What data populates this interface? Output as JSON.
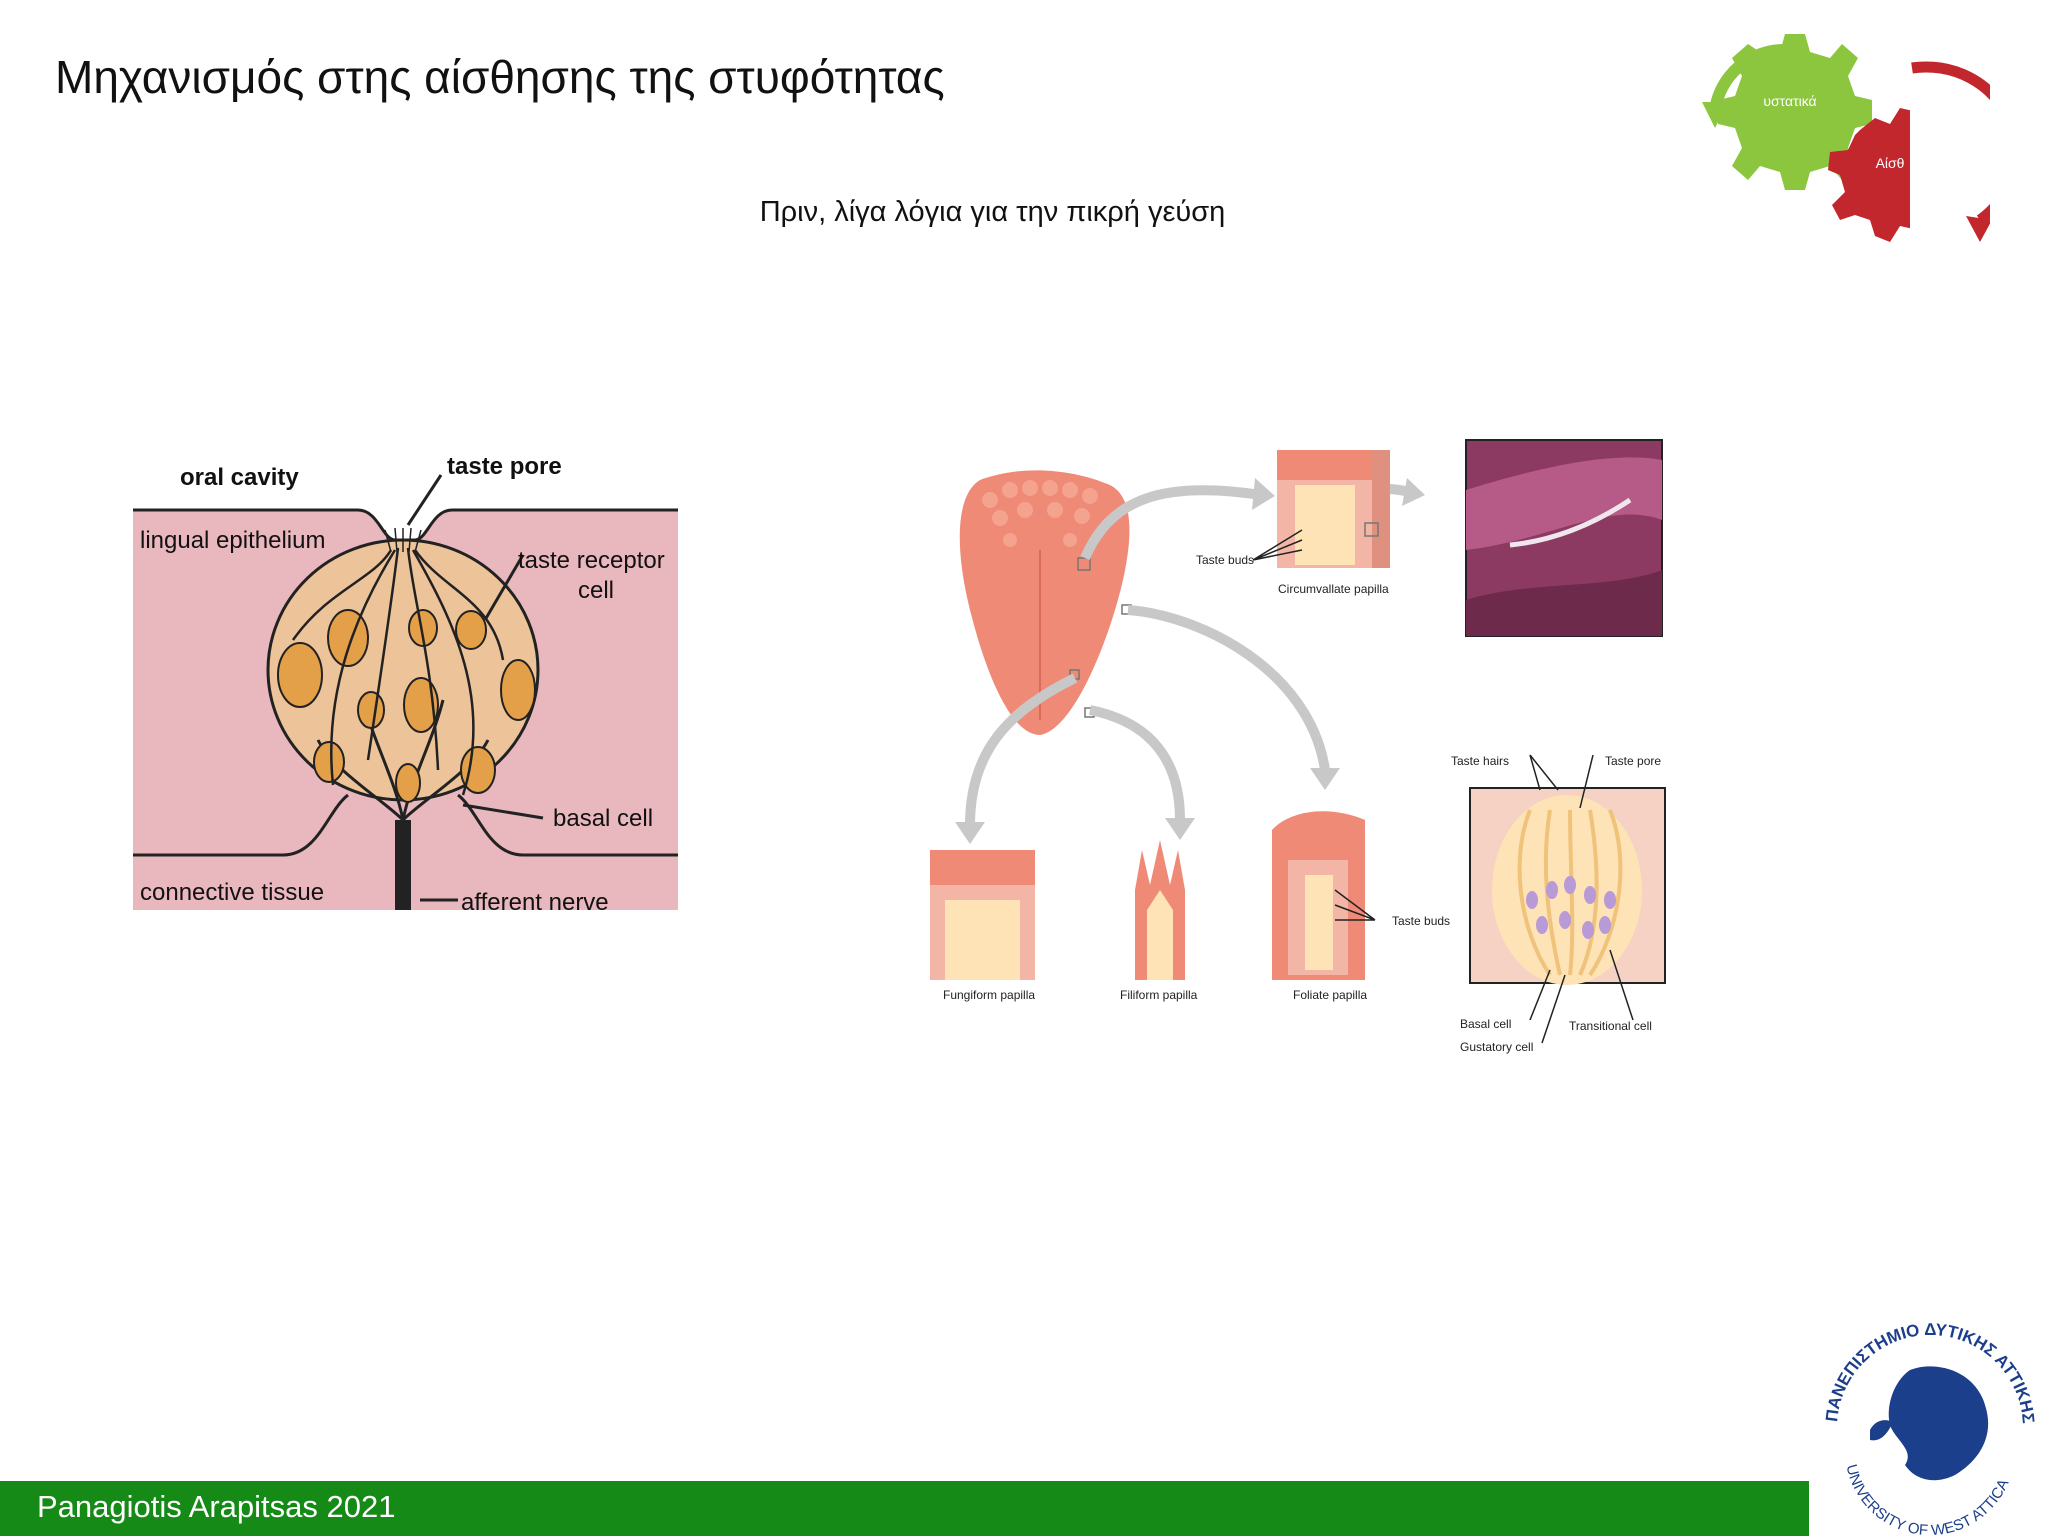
{
  "slide": {
    "title": "Μηχανισμός στης αίσθησης της στυφότητας",
    "subtitle": "Πριν, λίγα λόγια για την πικρή γεύση",
    "footer": "Panagiotis Arapitsas 2021"
  },
  "gears": {
    "green_label": "υστατικά",
    "red_label": "Αίσθ",
    "colors": {
      "green": "#8cc63f",
      "red": "#c1272d"
    }
  },
  "taste_bud_diagram": {
    "labels": {
      "oral_cavity": "oral cavity",
      "taste_pore": "taste pore",
      "lingual_epithelium": "lingual epithelium",
      "taste_receptor_1": "taste receptor",
      "taste_receptor_2": "cell",
      "basal_cell": "basal cell",
      "connective_tissue": "connective tissue",
      "afferent_nerve": "afferent nerve"
    }
  },
  "tongue_diagram": {
    "labels": {
      "taste_buds_top": "Taste buds",
      "circumvallate": "Circumvallate papilla",
      "fungiform": "Fungiform papilla",
      "filiform": "Filiform papilla",
      "foliate": "Foliate papilla",
      "taste_buds_side": "Taste buds",
      "taste_hairs": "Taste hairs",
      "taste_pore": "Taste pore",
      "basal_cell": "Basal cell",
      "gustatory_cell": "Gustatory cell",
      "transitional_cell": "Transitional cell"
    }
  },
  "logo": {
    "greek_text": "ΠΑΝΕΠΙΣΤΗΜΙΟ ΔΥΤΙΚΗΣ ΑΤΤΙΚΗΣ",
    "english_text": "UNIVERSITY OF WEST ATTICA",
    "color": "#1b3f8b"
  }
}
